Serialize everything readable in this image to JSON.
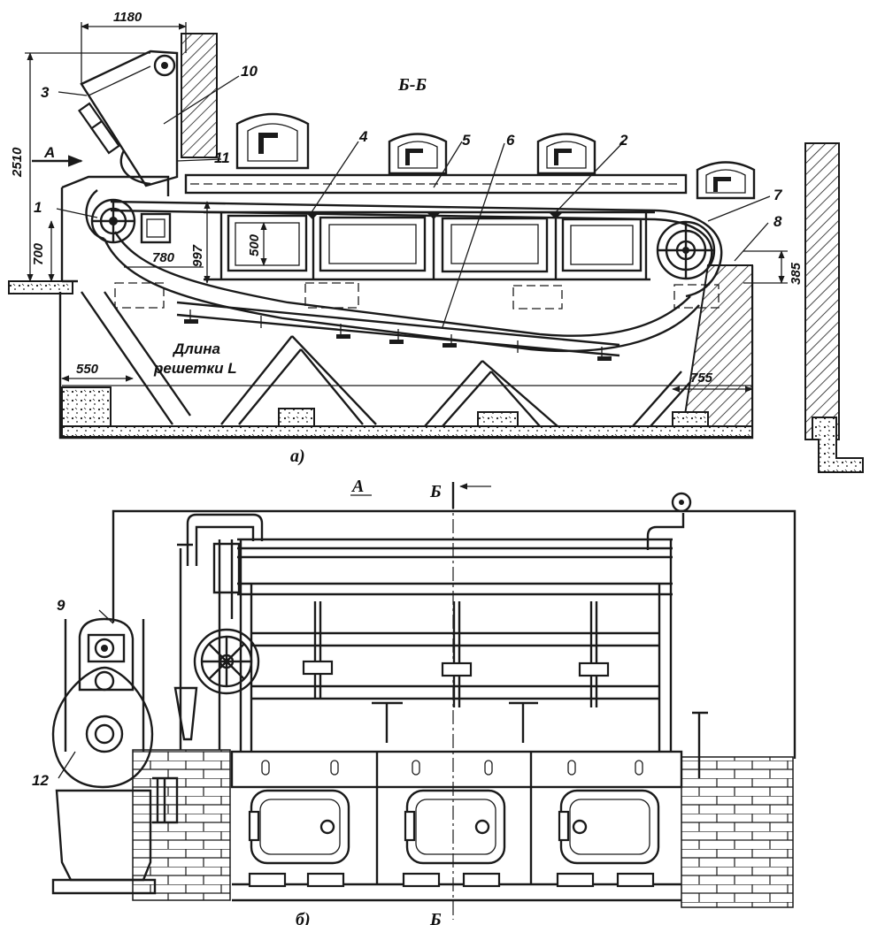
{
  "section_label": "Б-Б",
  "view_label": "А",
  "arrow_label": "А",
  "cut_label_top": "Б",
  "cut_label_bottom": "Б",
  "caption_a": "а)",
  "caption_b": "б)",
  "grate_length_line1": "Длина",
  "grate_length_line2": "решетки L",
  "dimensions": {
    "d1180": "1180",
    "d2510": "2510",
    "d700": "700",
    "d780": "780",
    "d997": "997",
    "d500": "500",
    "d385": "385",
    "d550": "550",
    "d755": "755"
  },
  "callouts": {
    "c1": "1",
    "c2": "2",
    "c3": "3",
    "c4": "4",
    "c5": "5",
    "c6": "6",
    "c7": "7",
    "c8": "8",
    "c9": "9",
    "c10": "10",
    "c11": "11",
    "c12": "12"
  },
  "colors": {
    "ink": "#1a1a1a",
    "paper": "#ffffff"
  }
}
